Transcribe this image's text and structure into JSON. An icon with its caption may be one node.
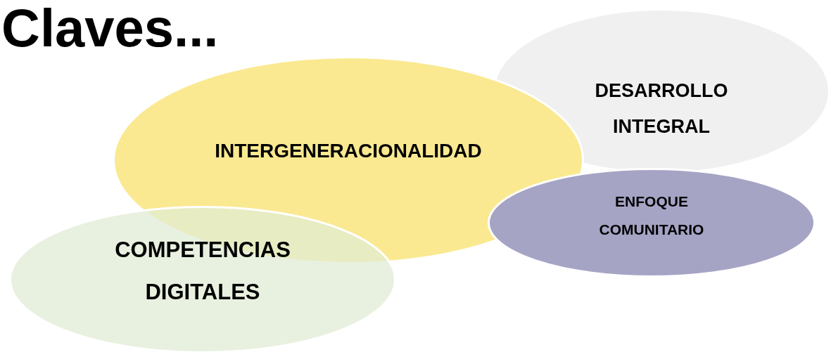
{
  "diagram": {
    "title": "Claves...",
    "nodes": [
      {
        "text": [
          "INTERGENERACIONALIDAD"
        ]
      },
      {
        "text": [
          "DESARROLLO INTEGRAL"
        ]
      },
      {
        "text": [
          "ENFOQUE COMUNITARIO"
        ]
      },
      {
        "text": [
          "COMPETENCIAS DIGITALES"
        ]
      }
    ]
  }
}
